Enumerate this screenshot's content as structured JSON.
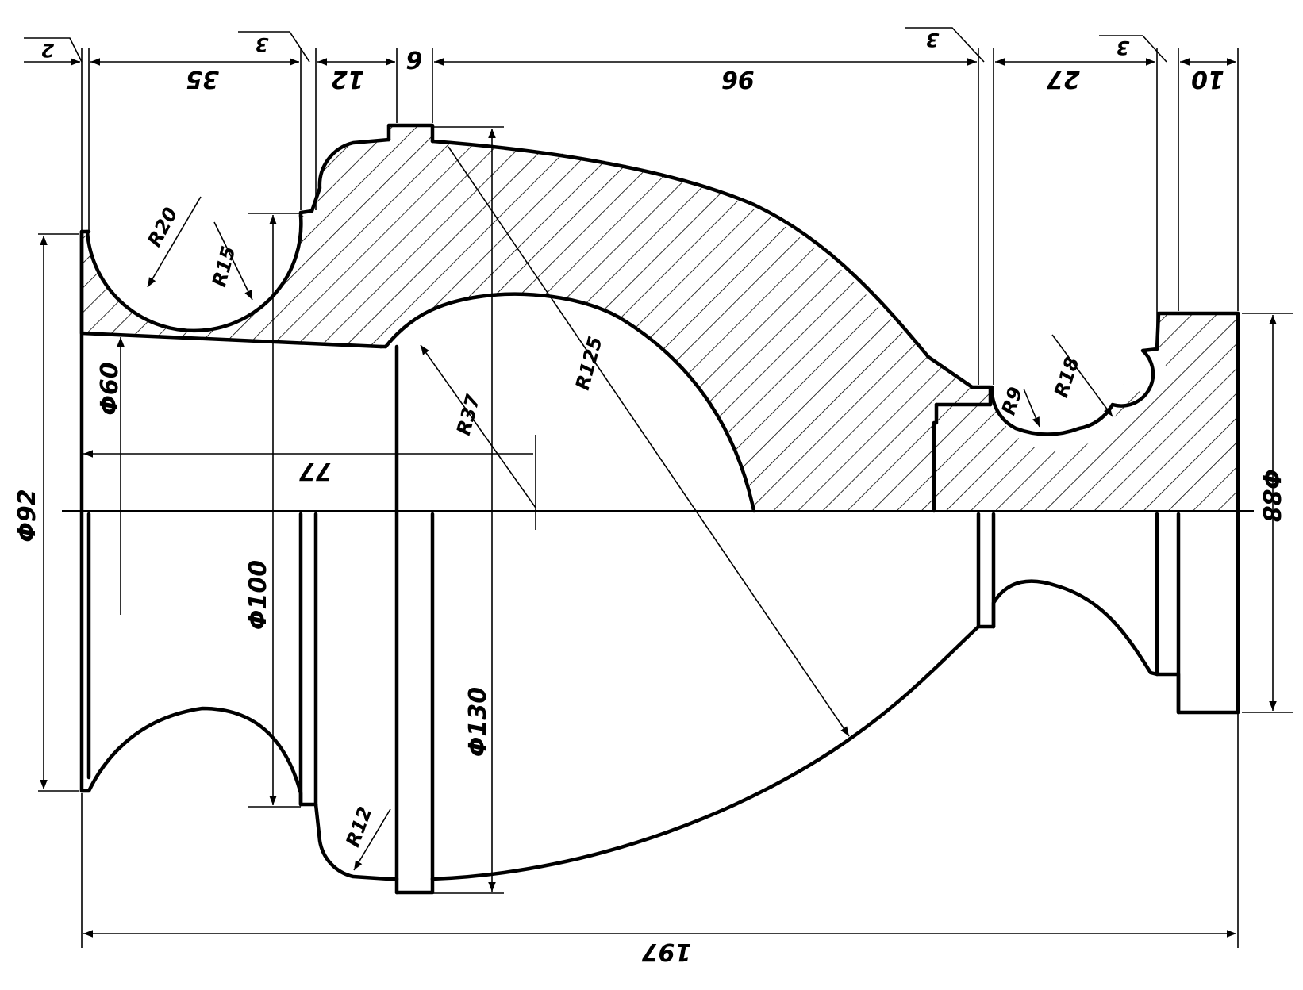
{
  "drawing": {
    "colors": {
      "line": "#000000",
      "background": "#ffffff"
    },
    "dimensions": {
      "top_chamfer_left": "2",
      "top_35": "35",
      "top_chamfer_3a": "3",
      "top_12": "12",
      "top_6": "6",
      "top_96": "96",
      "top_chamfer_3b": "3",
      "top_27": "27",
      "top_chamfer_3c": "3",
      "top_10": "10",
      "overall_length": "197",
      "bore_depth": "77"
    },
    "diameters": {
      "left_flange": "Φ92",
      "bore": "Φ60",
      "left_shoulder": "Φ100",
      "max_body": "Φ130",
      "right_flange": "Φ88"
    },
    "radii": {
      "left_groove": "R20",
      "left_fillet": "R15",
      "inner_dome": "R37",
      "large_arc": "R125",
      "shoulder_round": "R12",
      "right_small": "R9",
      "right_groove": "R18"
    }
  }
}
